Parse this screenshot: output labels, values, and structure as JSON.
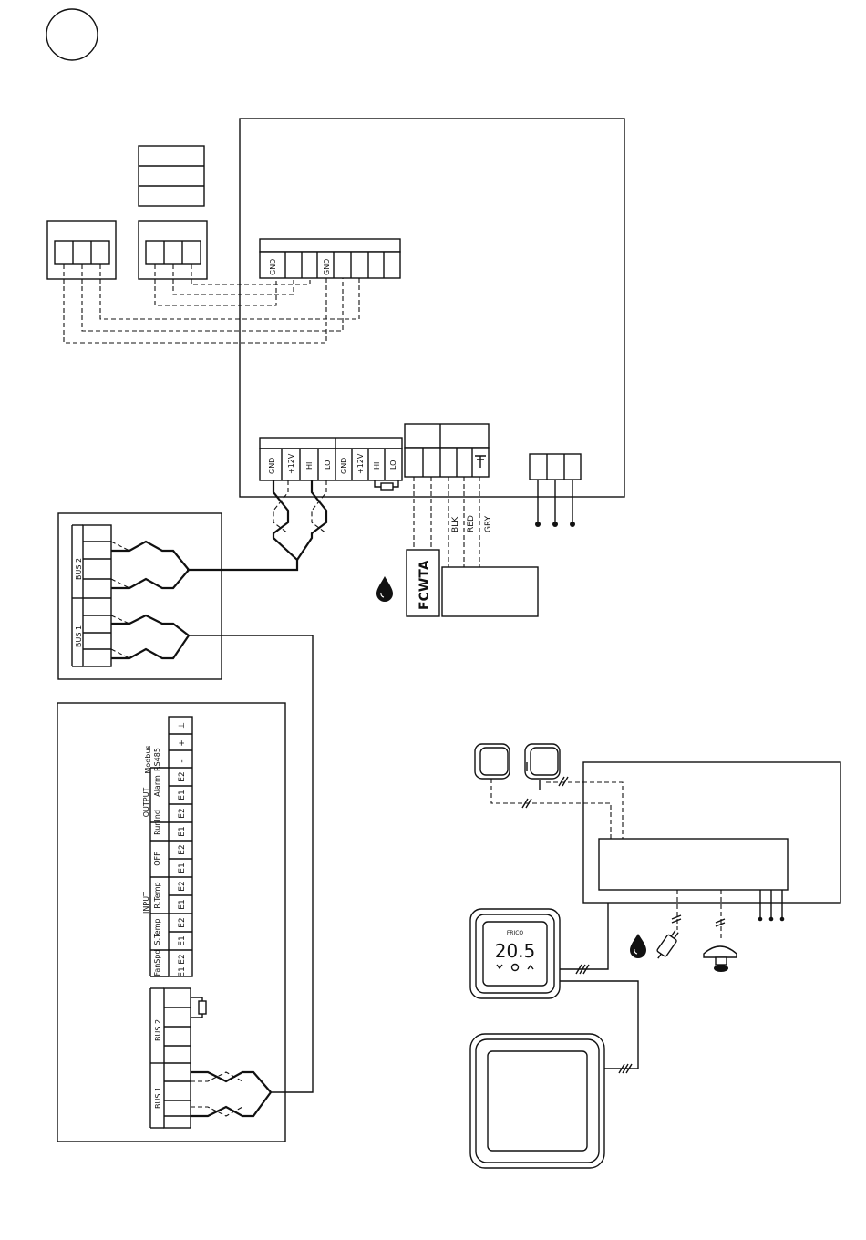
{
  "main_panel": {
    "top_terminals": [
      "GND",
      "",
      "",
      "GND",
      "",
      "",
      ""
    ],
    "bottom_terminals_1": [
      "GND",
      "+12V",
      "HI",
      "LO"
    ],
    "bottom_terminals_2": [
      "GND",
      "+12V",
      "HI",
      "LO"
    ]
  },
  "wires": {
    "colors": [
      "BLK",
      "RED",
      "GRY"
    ]
  },
  "fcwta_label": "FCWTA",
  "bus_module": {
    "bus2": "BUS 2",
    "bus1": "BUS 1"
  },
  "io_module": {
    "modbus": "Modbus",
    "rs485": "RS485",
    "modbus_terms": [
      "-",
      "+",
      "⊥"
    ],
    "output": "OUTPUT",
    "alarm": "Alarm",
    "runind": "RunInd",
    "off": "OFF",
    "input": "INPUT",
    "rtemp": "R.Temp",
    "stemp": "S.Temp",
    "fanspd": "FanSpd",
    "e1": "E1",
    "e2": "E2",
    "bus2": "BUS 2",
    "bus1": "BUS 1"
  },
  "thermostat": {
    "brand": "FRICO",
    "temperature": "20.5"
  },
  "icons": [
    "water-drop-icon",
    "plug-icon",
    "power-adapter-icon",
    "sensor-icon"
  ]
}
